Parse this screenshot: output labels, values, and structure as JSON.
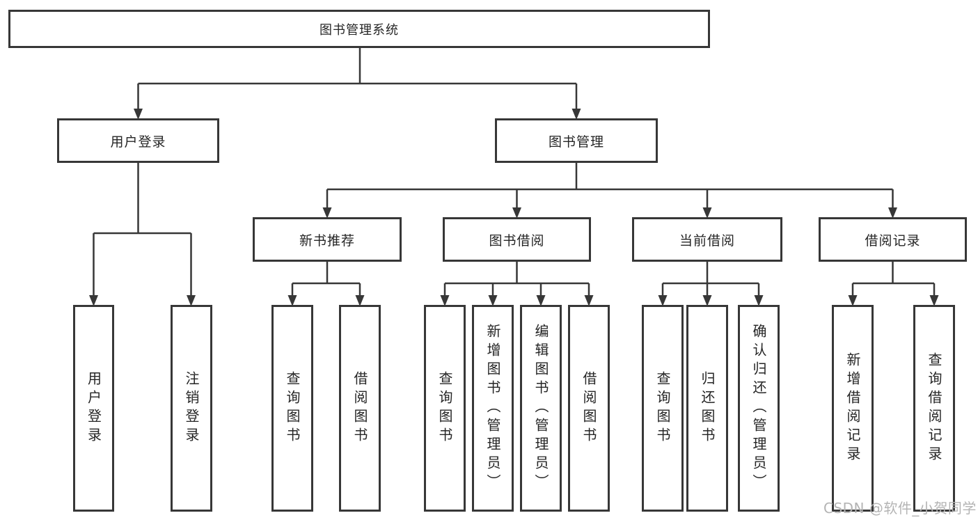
{
  "diagram": {
    "tree": {
      "label": "图书管理系统",
      "children": [
        {
          "label": "用户登录",
          "children": [
            {
              "label": "用户登录"
            },
            {
              "label": "注销登录"
            }
          ]
        },
        {
          "label": "图书管理",
          "children": [
            {
              "label": "新书推荐",
              "children": [
                {
                  "label": "查询图书"
                },
                {
                  "label": "借阅图书"
                }
              ]
            },
            {
              "label": "图书借阅",
              "children": [
                {
                  "label": "查询图书"
                },
                {
                  "label": "新增图书（管理员）"
                },
                {
                  "label": "编辑图书（管理员）"
                },
                {
                  "label": "借阅图书"
                }
              ]
            },
            {
              "label": "当前借阅",
              "children": [
                {
                  "label": "查询图书"
                },
                {
                  "label": "归还图书"
                },
                {
                  "label": "确认归还（管理员）"
                }
              ]
            },
            {
              "label": "借阅记录",
              "children": [
                {
                  "label": "新增借阅记录"
                },
                {
                  "label": "查询借阅记录"
                }
              ]
            }
          ]
        }
      ]
    },
    "colors": {
      "line": "#373737",
      "box_background": "#ffffff",
      "text": "#252525",
      "watermark": "#b4b4b4"
    }
  },
  "watermark": {
    "text": "CSDN @软件_小贺同学"
  }
}
